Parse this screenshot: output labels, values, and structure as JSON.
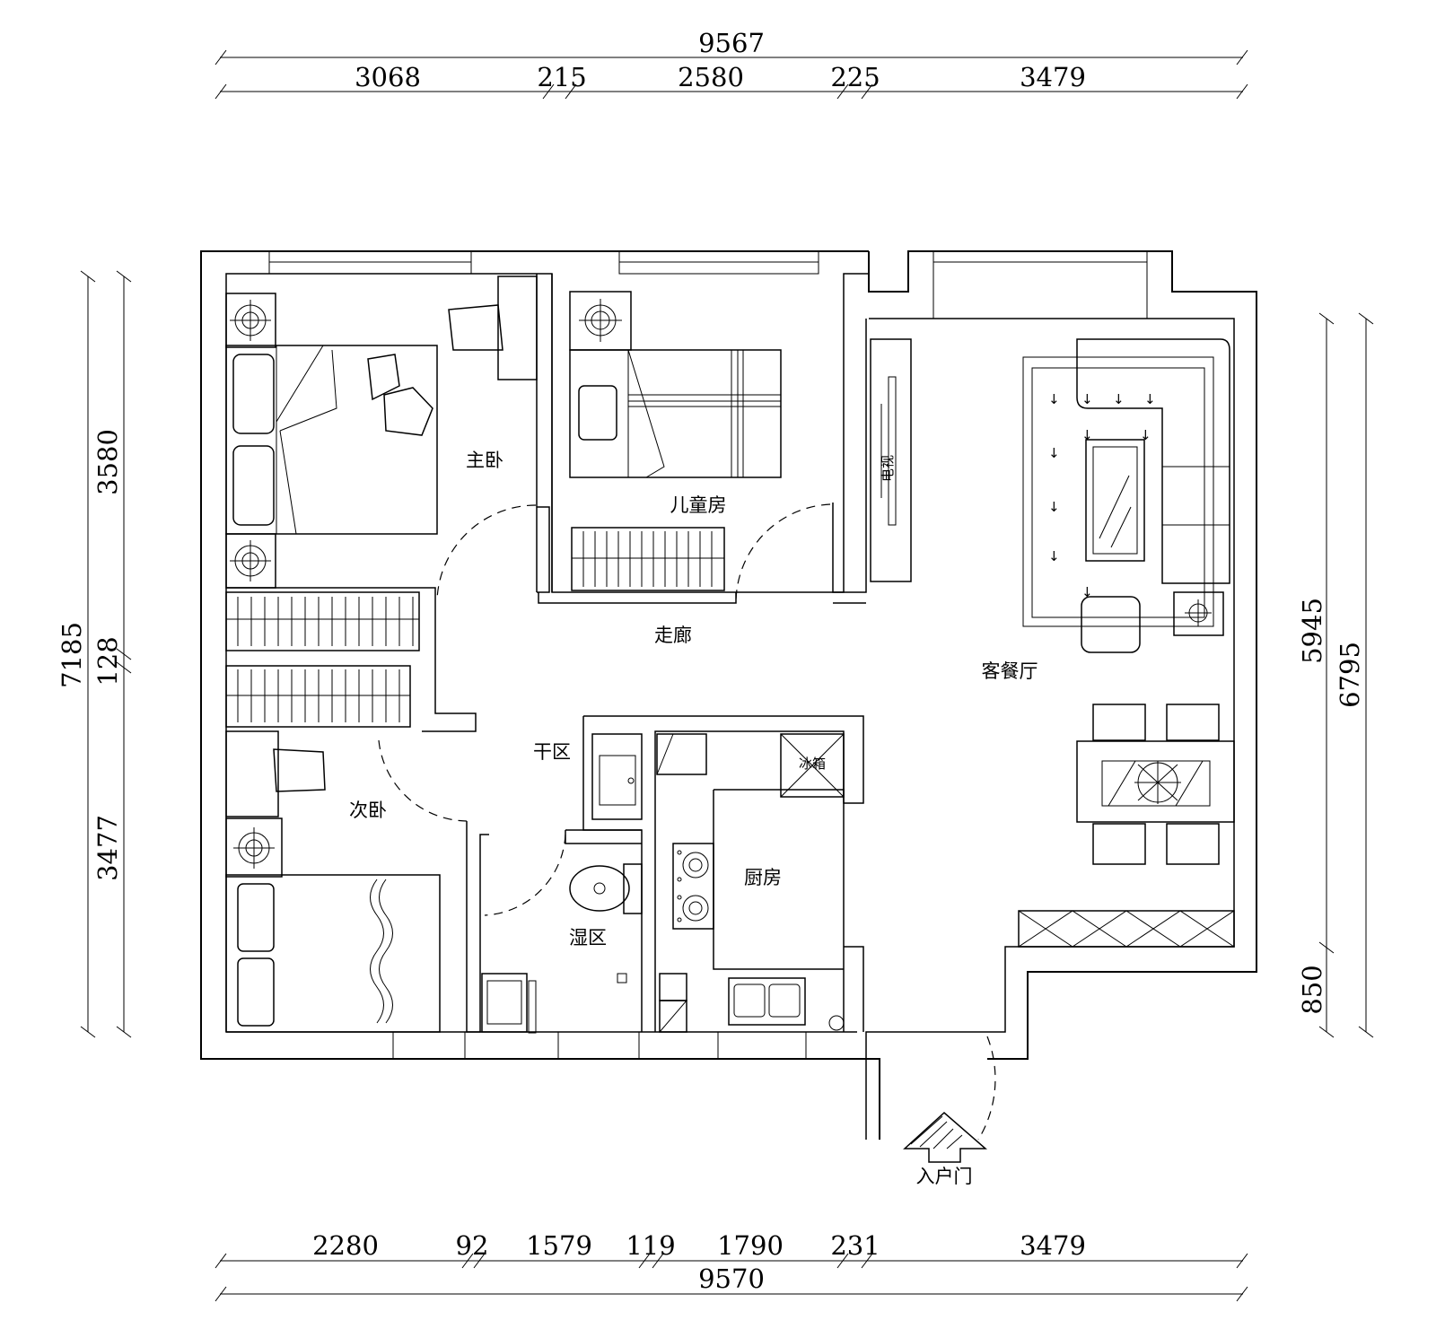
{
  "dimensions": {
    "top_total": "9567",
    "top_segments": [
      "3068",
      "215",
      "2580",
      "225",
      "3479"
    ],
    "bottom_segments": [
      "2280",
      "92",
      "1579",
      "119",
      "1790",
      "231",
      "3479"
    ],
    "bottom_total": "9570",
    "left_total": "7185",
    "left_segments": [
      "3580",
      "128",
      "3477"
    ],
    "right_segments": [
      "5945",
      "850"
    ],
    "right_total": "6795"
  },
  "rooms": {
    "master_bedroom": "主卧",
    "kids_room": "儿童房",
    "corridor": "走廊",
    "living_dining": "客餐厅",
    "dry_area": "干区",
    "second_bedroom": "次卧",
    "kitchen": "厨房",
    "wet_area": "湿区",
    "entrance": "入户门"
  },
  "fixtures": {
    "fridge": "冰箱",
    "tv": "电视"
  }
}
